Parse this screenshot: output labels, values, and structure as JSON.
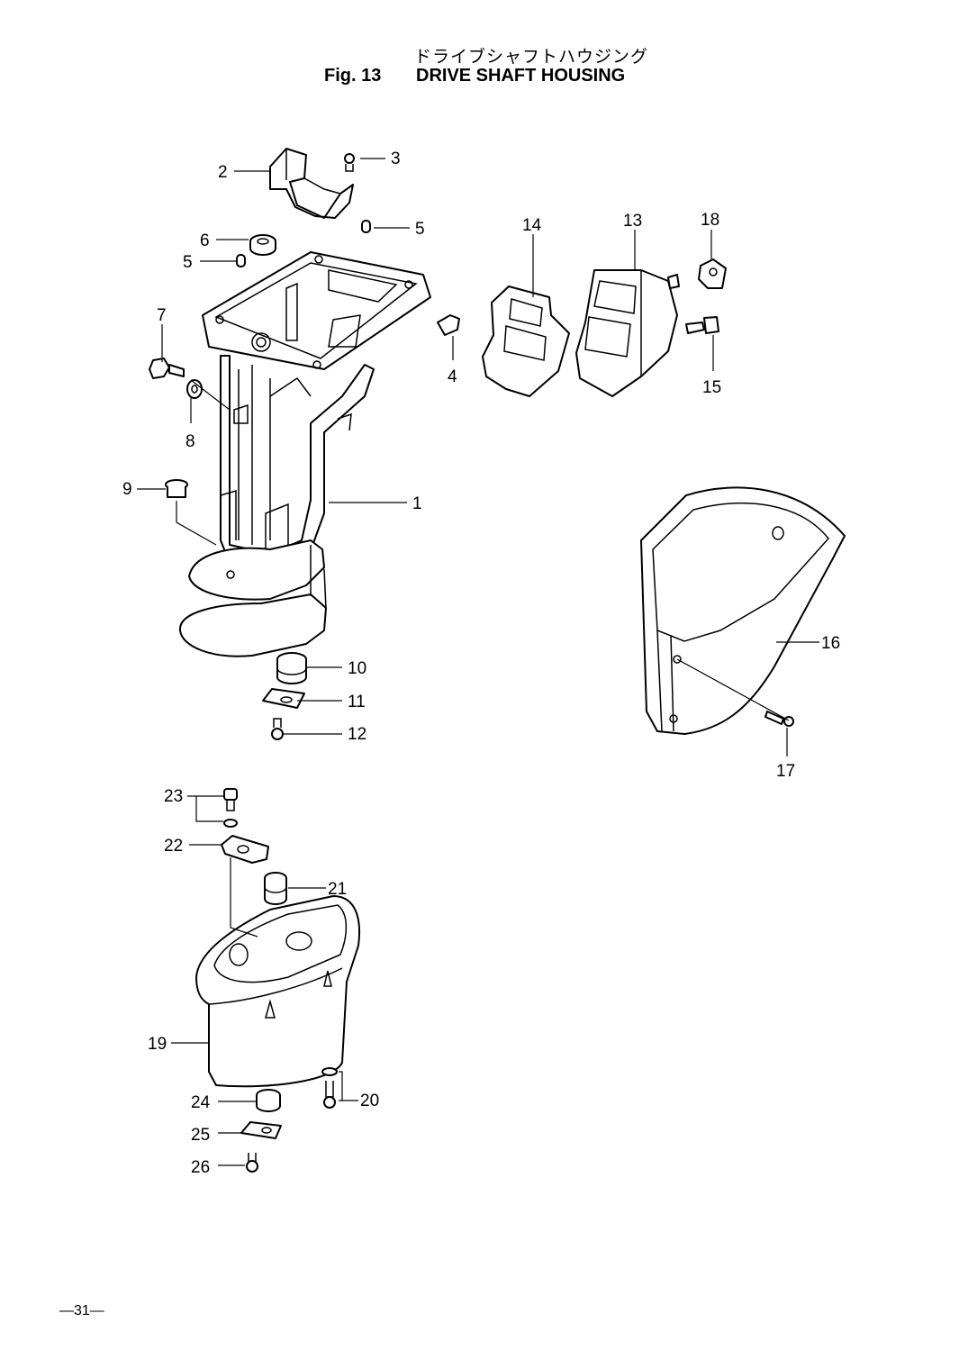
{
  "title_japanese": "ドライブシャフトハウジング",
  "figure_number": "Fig. 13",
  "title_english": "DRIVE SHAFT HOUSING",
  "page_number": "—31—",
  "callouts": [
    {
      "id": "1",
      "label": "1"
    },
    {
      "id": "2",
      "label": "2"
    },
    {
      "id": "3",
      "label": "3"
    },
    {
      "id": "4",
      "label": "4"
    },
    {
      "id": "5a",
      "label": "5"
    },
    {
      "id": "5b",
      "label": "5"
    },
    {
      "id": "6",
      "label": "6"
    },
    {
      "id": "7",
      "label": "7"
    },
    {
      "id": "8",
      "label": "8"
    },
    {
      "id": "9",
      "label": "9"
    },
    {
      "id": "10",
      "label": "10"
    },
    {
      "id": "11",
      "label": "11"
    },
    {
      "id": "12",
      "label": "12"
    },
    {
      "id": "13",
      "label": "13"
    },
    {
      "id": "14",
      "label": "14"
    },
    {
      "id": "15",
      "label": "15"
    },
    {
      "id": "16",
      "label": "16"
    },
    {
      "id": "17",
      "label": "17"
    },
    {
      "id": "18",
      "label": "18"
    },
    {
      "id": "19",
      "label": "19"
    },
    {
      "id": "20",
      "label": "20"
    },
    {
      "id": "21",
      "label": "21"
    },
    {
      "id": "22",
      "label": "22"
    },
    {
      "id": "23",
      "label": "23"
    },
    {
      "id": "24",
      "label": "24"
    },
    {
      "id": "25",
      "label": "25"
    },
    {
      "id": "26",
      "label": "26"
    }
  ]
}
